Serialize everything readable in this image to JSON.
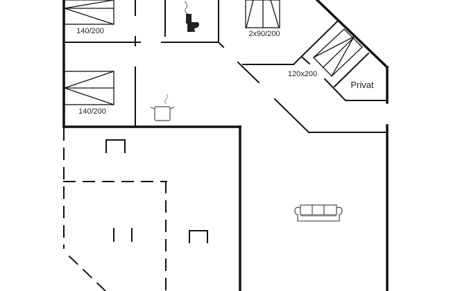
{
  "floorplan": {
    "rooms": [
      {
        "label": "140/200"
      },
      {
        "label": "140/200"
      },
      {
        "label": "2x90/200"
      },
      {
        "label": "120x200"
      },
      {
        "label": "Privat"
      }
    ],
    "icons": [
      "bed-icon",
      "toilet-icon",
      "cooking-pot-icon",
      "sofa-icon"
    ],
    "colors": {
      "wall": "#111111",
      "furniture": "#555555"
    }
  }
}
